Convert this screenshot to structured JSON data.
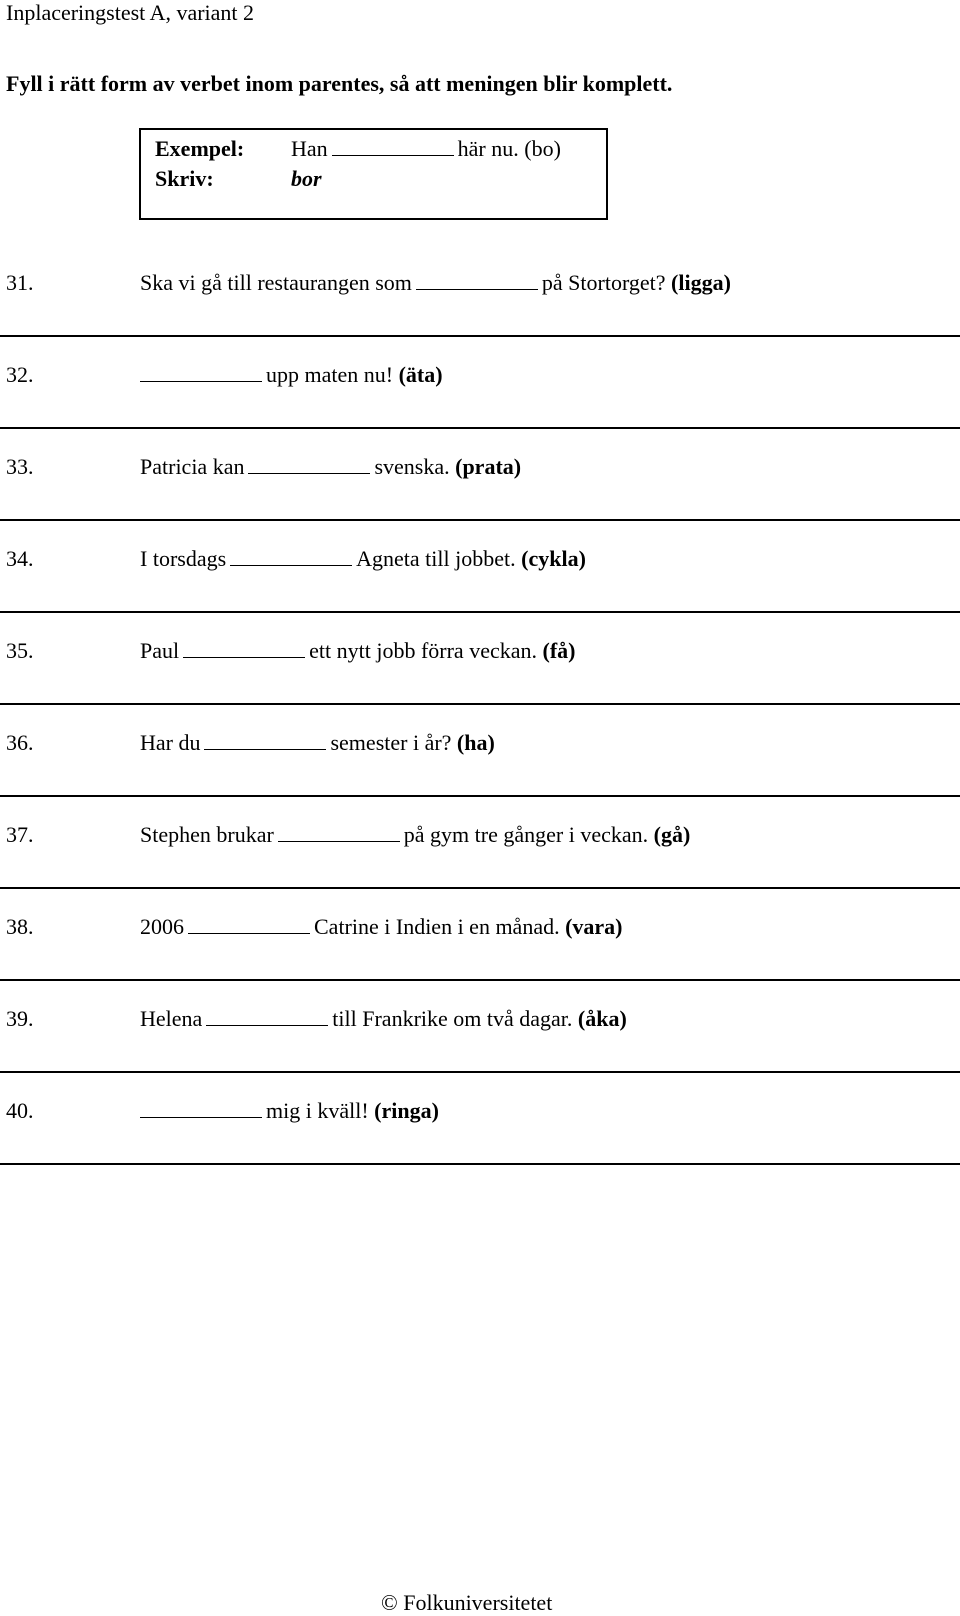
{
  "header": {
    "title": "Inplaceringstest A, variant 2"
  },
  "instruction": "Fyll i rätt form av verbet inom parentes, så att meningen blir komplett.",
  "example": {
    "label1": "Exempel:",
    "before": "Han",
    "after": "här nu.",
    "hint": "(bo)",
    "label2": "Skriv:",
    "answer": "bor"
  },
  "items": [
    {
      "num": "31.",
      "before": "Ska vi gå till restaurangen som",
      "after": "på Stortorget?",
      "hint": "(ligga)"
    },
    {
      "num": "32.",
      "before": "",
      "after": "upp maten nu!",
      "hint": "(äta)"
    },
    {
      "num": "33.",
      "before": "Patricia kan",
      "after": "svenska.",
      "hint": "(prata)"
    },
    {
      "num": "34.",
      "before": "I torsdags",
      "after": "Agneta till jobbet.",
      "hint": "(cykla)"
    },
    {
      "num": "35.",
      "before": "Paul",
      "after": "ett nytt jobb förra veckan.",
      "hint": "(få)"
    },
    {
      "num": "36.",
      "before": "Har du",
      "after": "semester i år?",
      "hint": "(ha)"
    },
    {
      "num": "37.",
      "before": "Stephen brukar",
      "after": "på gym tre gånger i veckan.",
      "hint": "(gå)"
    },
    {
      "num": "38.",
      "before": "2006",
      "after": "Catrine i Indien i en månad.",
      "hint": "(vara)"
    },
    {
      "num": "39.",
      "before": "Helena",
      "after": "till Frankrike om två dagar.",
      "hint": "(åka)"
    },
    {
      "num": "40.",
      "before": "",
      "after": "mig i kväll!",
      "hint": "(ringa)"
    }
  ],
  "footer": {
    "copyright": "© Folkuniversitetet"
  }
}
